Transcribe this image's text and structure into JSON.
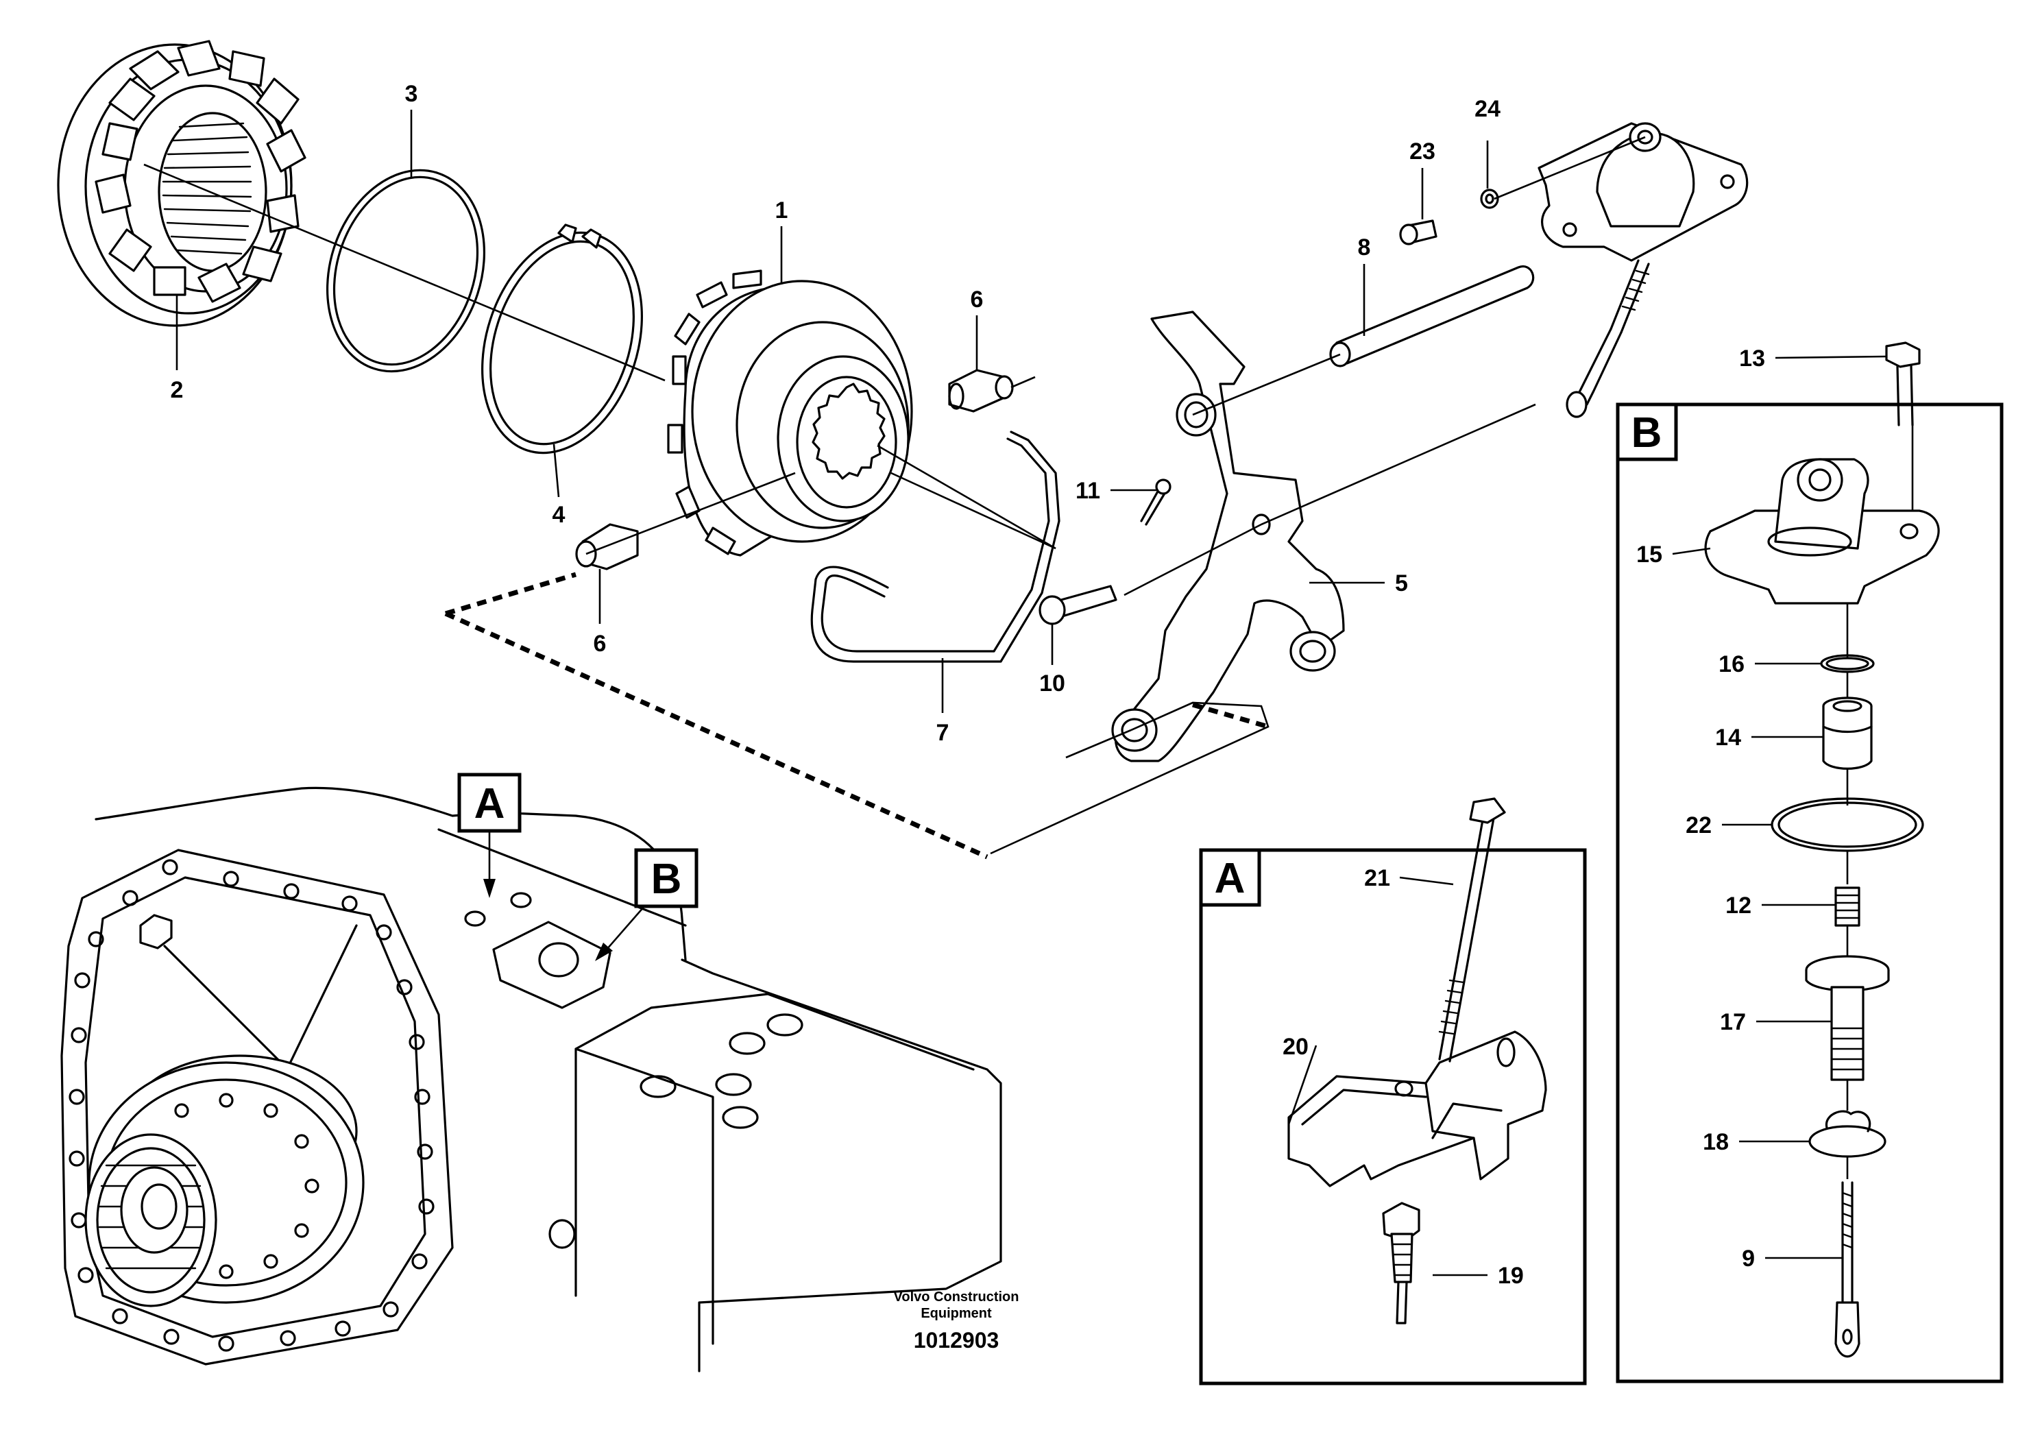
{
  "callouts": {
    "c1": "1",
    "c2": "2",
    "c3": "3",
    "c4": "4",
    "c5": "5",
    "c6a": "6",
    "c6b": "6",
    "c7": "7",
    "c8": "8",
    "c9": "9",
    "c10": "10",
    "c11": "11",
    "c12": "12",
    "c13": "13",
    "c14": "14",
    "c15": "15",
    "c16": "16",
    "c17": "17",
    "c18": "18",
    "c19": "19",
    "c20": "20",
    "c21": "21",
    "c22": "22",
    "c23": "23",
    "c24": "24"
  },
  "detail_markers": {
    "a_on_housing": "A",
    "b_on_housing": "B",
    "a_panel": "A",
    "b_panel": "B"
  },
  "footer": {
    "company_line1": "Volvo Construction",
    "company_line2": "Equipment",
    "drawing_number": "1012903"
  }
}
